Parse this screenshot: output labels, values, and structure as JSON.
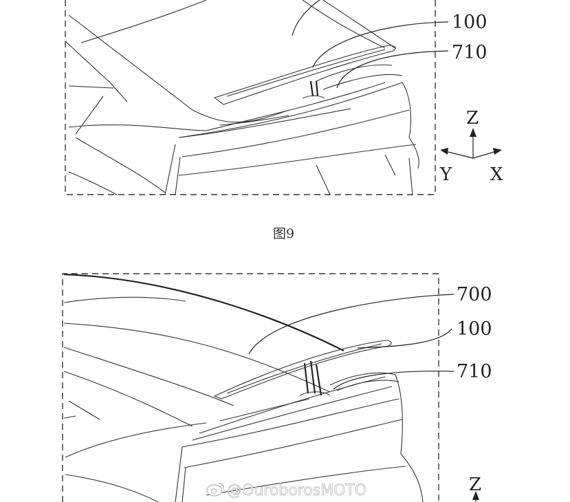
{
  "figure_top": {
    "labels": {
      "ref_100": "100",
      "ref_710": "710"
    },
    "axes": {
      "z": "Z",
      "y": "Y",
      "x": "X"
    }
  },
  "caption": "图9",
  "figure_bottom": {
    "labels": {
      "ref_700": "700",
      "ref_100": "100",
      "ref_710": "710"
    },
    "axes": {
      "z": "Z"
    }
  },
  "watermark": {
    "text": "@OuroborosMOTO",
    "icon": "weibo-icon"
  }
}
